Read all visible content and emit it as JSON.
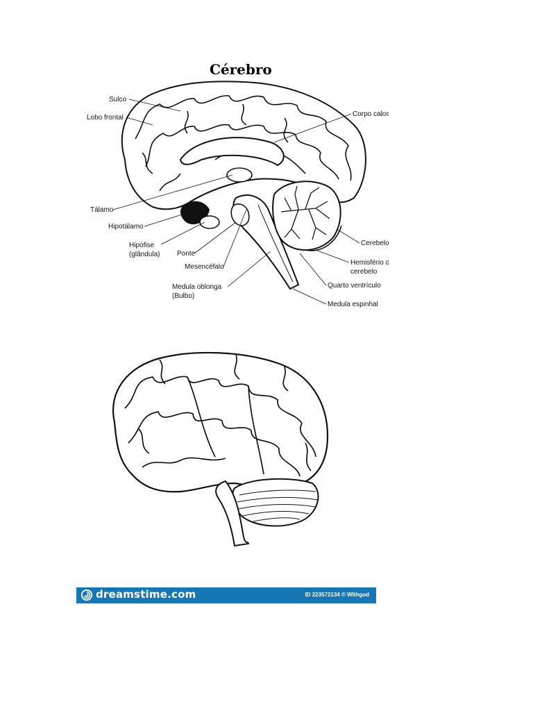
{
  "sagittal_diagram": {
    "title": "Cérebro",
    "labels": {
      "sulco": "Sulco",
      "lobo_frontal": "Lobo frontal",
      "corpo_caloso": "Corpo caloso",
      "talamo": "Tálamo",
      "hipotalamo": "Hipotálamo",
      "hipofise_line1": "Hipófise",
      "hipofise_line2": "(glândula)",
      "ponte": "Ponte",
      "mesencefalo": "Mesencéfalo",
      "medula_oblonga_line1": "Medula oblonga",
      "medula_oblonga_line2": "(Bulbo)",
      "cerebelo": "Cerebelo",
      "hemisferio_line1": "Hemisfério do",
      "hemisferio_line2": "cerebelo",
      "quarto_ventriculo": "Quarto ventrículo",
      "medula_espinhal": "Medula espinhal"
    }
  },
  "lateral_diagram": {},
  "footer": {
    "brand": "dreamstime.com",
    "credit": "ID 223572134 © Withgod",
    "background_color": "#1677b4"
  }
}
